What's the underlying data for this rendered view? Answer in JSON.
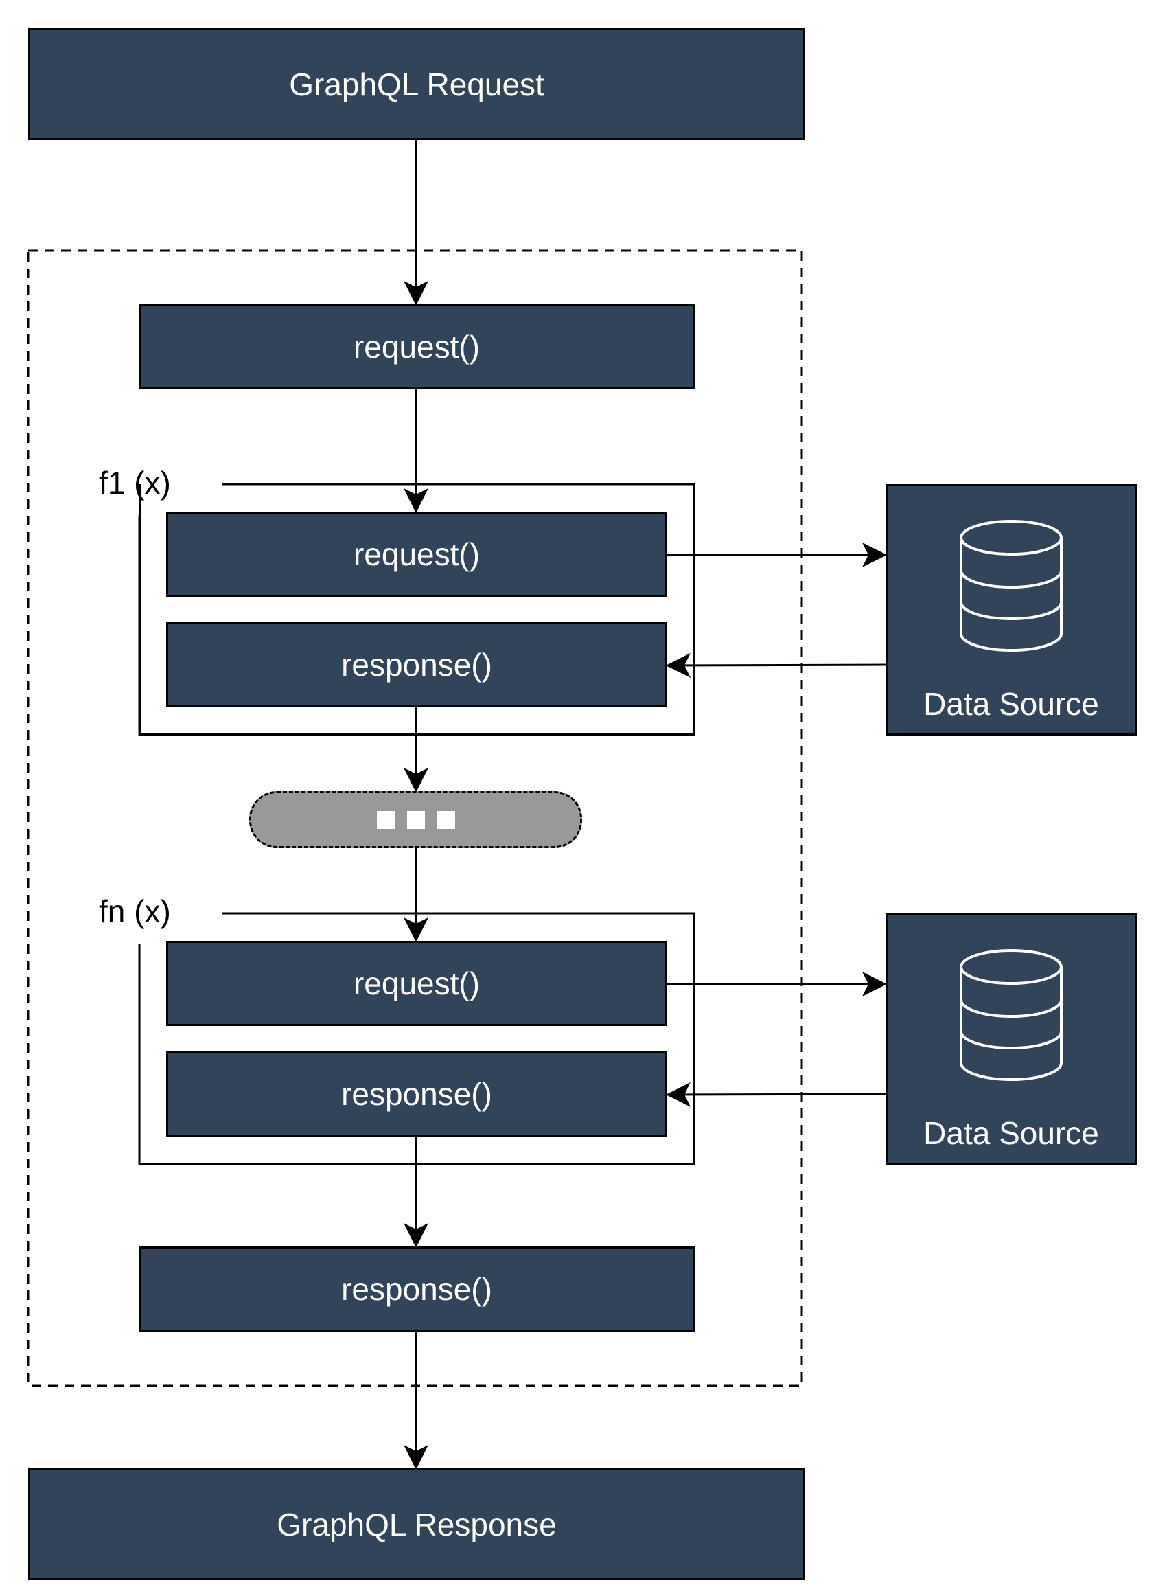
{
  "graphql_request": "GraphQL Request",
  "graphql_response": "GraphQL Response",
  "pipeline": {
    "request_label": "request()",
    "response_label": "response()"
  },
  "resolvers": [
    {
      "name": "f1 (x)",
      "request": "request()",
      "response": "response()",
      "data_source": "Data Source"
    },
    {
      "name": "fn (x)",
      "request": "request()",
      "response": "response()",
      "data_source": "Data Source"
    }
  ],
  "ellipsis_icon": "ellipsis-icon",
  "database_icon": "database-icon",
  "colors": {
    "box_fill": "#314459",
    "box_text": "#ffffff",
    "ellipsis_fill": "#999999",
    "stroke": "#000000"
  }
}
